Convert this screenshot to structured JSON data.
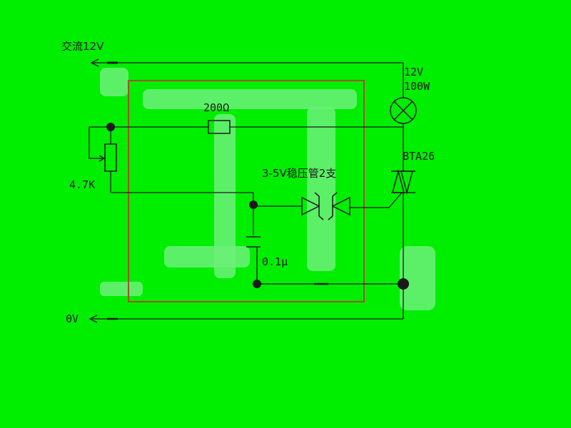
{
  "labels": {
    "ac_in": "交流12V",
    "lamp_voltage": "12V",
    "lamp_power": "100W",
    "resistor": "200Ω",
    "pot": "4.7K",
    "triac": "BTA26",
    "zener": "3-5V稳压管2支",
    "capacitor": "0.1μ",
    "ground": "0V"
  },
  "colors": {
    "background": "#00ee00",
    "box_outline": "#a0522d",
    "wire": "#1a1a1a"
  }
}
